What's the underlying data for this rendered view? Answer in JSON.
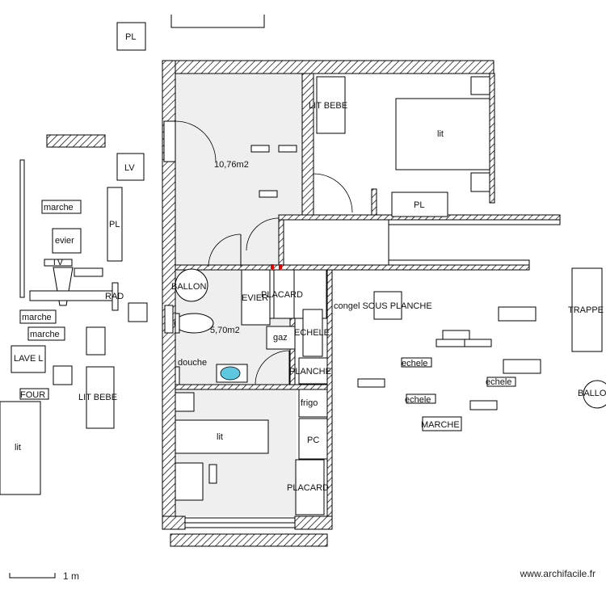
{
  "plan": {
    "areas": {
      "room_top": "10,76m2",
      "room_bath": "5,70m2"
    },
    "labels": {
      "pl_top": "PL",
      "lv": "LV",
      "pl_left": "PL",
      "marche_1": "marche",
      "evier_left": "evier",
      "tv": "TV",
      "rad": "RAD",
      "marche_2": "marche",
      "marche_3": "marche",
      "lave_l": "LAVE L",
      "four": "FOUR",
      "lit_bebe_left": "LIT BEBE",
      "lit_left": "lit",
      "lit_bebe_room": "LIT BEBE",
      "lit_room": "lit",
      "pl_room": "PL",
      "ballon_left": "BALLON",
      "evier_mid": "EVIER",
      "placard_top": "PLACARD",
      "gaz": "gaz",
      "echelle_mid": "ECHELE",
      "planche_mid": "PLANCHE",
      "douche": "douche",
      "congel": "congel SOUS PLANCHE",
      "frigo": "frigo",
      "pc": "PC",
      "lit_bottom": "lit",
      "placard_bottom": "PLACARD",
      "trappe": "TRAPPE",
      "ballon_right": "BALLON",
      "echele_1": "echele",
      "echele_2": "echele",
      "echele_3": "echele",
      "marche_right": "MARCHE"
    }
  },
  "scale": {
    "label": "1 m"
  },
  "footer": {
    "site": "www.archifacile.fr"
  }
}
